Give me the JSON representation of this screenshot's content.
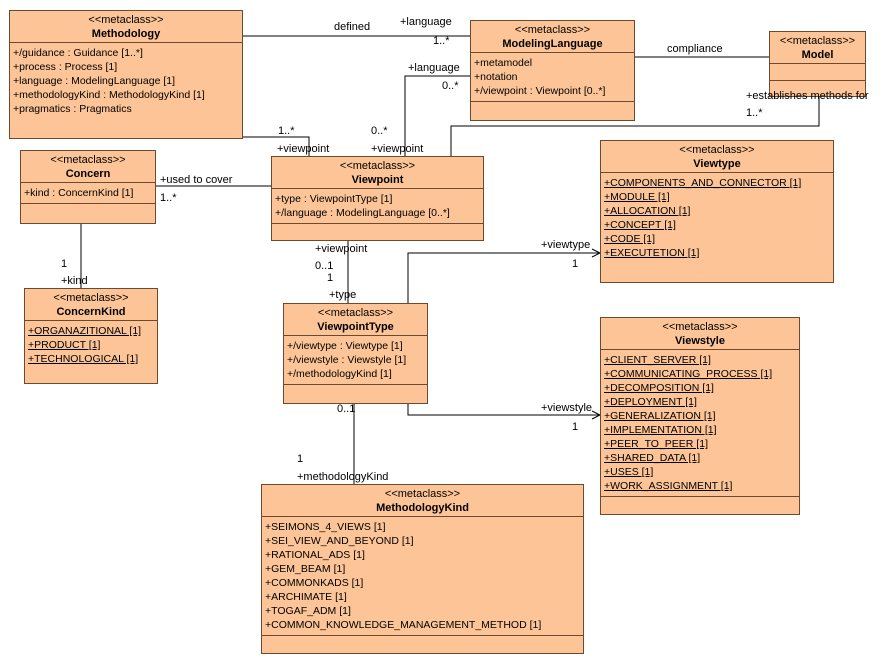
{
  "stereotype": "<<metaclass>>",
  "classes": {
    "methodology": {
      "name": "Methodology",
      "attributes": [
        "+/guidance : Guidance [1..*]",
        "+process : Process [1]",
        "+language : ModelingLanguage [1]",
        "+methodologyKind : MethodologyKind [1]",
        "+pragmatics : Pragmatics"
      ]
    },
    "modeling_language": {
      "name": "ModelingLanguage",
      "attributes": [
        "+metamodel",
        "+notation",
        "+/viewpoint : Viewpoint [0..*]"
      ]
    },
    "model": {
      "name": "Model"
    },
    "concern": {
      "name": "Concern",
      "attributes": [
        "+kind : ConcernKind [1]"
      ]
    },
    "viewpoint": {
      "name": "Viewpoint",
      "attributes": [
        "+type : ViewpointType [1]",
        "+/language : ModelingLanguage [0..*]"
      ]
    },
    "viewtype": {
      "name": "Viewtype",
      "literals": [
        "+COMPONENTS_AND_CONNECTOR [1]",
        "+MODULE [1]",
        "+ALLOCATION [1]",
        "+CONCEPT [1]",
        "+CODE [1]",
        "+EXECUTETION [1]"
      ]
    },
    "concern_kind": {
      "name": "ConcernKind",
      "literals": [
        "+ORGANAZITIONAL [1]",
        "+PRODUCT [1]",
        "+TECHNOLOGICAL  [1]"
      ]
    },
    "viewpoint_type": {
      "name": "ViewpointType",
      "attributes": [
        "+/viewtype : Viewtype [1]",
        "+/viewstyle : Viewstyle [1]",
        "+/methodologyKind [1]"
      ]
    },
    "viewstyle": {
      "name": "Viewstyle",
      "literals": [
        "+CLIENT_SERVER [1]",
        "+COMMUNICATING_PROCESS [1]",
        "+DECOMPOSITION [1]",
        "+DEPLOYMENT [1]",
        "+GENERALIZATION [1]",
        "+IMPLEMENTATION [1]",
        "+PEER_TO_PEER [1]",
        "+SHARED_DATA [1]",
        "+USES [1]",
        "+WORK_ASSIGNMENT [1]"
      ]
    },
    "methodology_kind": {
      "name": "MethodologyKind",
      "attributes": [
        "+SEIMONS_4_VIEWS [1]",
        "+SEI_VIEW_AND_BEYOND [1]",
        "+RATIONAL_ADS [1]",
        "+GEM_BEAM [1]",
        "+COMMONKADS [1]",
        "+ARCHIMATE [1]",
        "+TOGAF_ADM [1]",
        "+COMMON_KNOWLEDGE_MANAGEMENT_METHOD [1]"
      ]
    }
  },
  "associations": {
    "defined": "defined",
    "defined_language_role": "+language",
    "defined_language_mult": "1..*",
    "meth_vp_mult": "1..*",
    "meth_vp_role": "+viewpoint",
    "ml_vp_language_role": "+language",
    "ml_vp_language_mult": "0..*",
    "ml_vp_viewpoint_mult": "0..*",
    "ml_vp_viewpoint_role": "+viewpoint",
    "compliance": "compliance",
    "establishes_role": "+establishes methods for",
    "establishes_mult": "1..*",
    "used_to_cover": "+used to cover",
    "used_to_cover_mult": "1..*",
    "kind_mult": "1",
    "kind_role": "+kind",
    "vp_type_viewpoint_role": "+viewpoint",
    "vp_type_viewpoint_mult": "0..1",
    "vp_type_mult": "1",
    "vp_type_role": "+type",
    "viewtype_role": "+viewtype",
    "viewtype_mult": "1",
    "viewstyle_role": "+viewstyle",
    "viewstyle_mult": "1",
    "mk_vpt_mult": "0..1",
    "mk_mult": "1",
    "mk_role": "+methodologyKind"
  }
}
